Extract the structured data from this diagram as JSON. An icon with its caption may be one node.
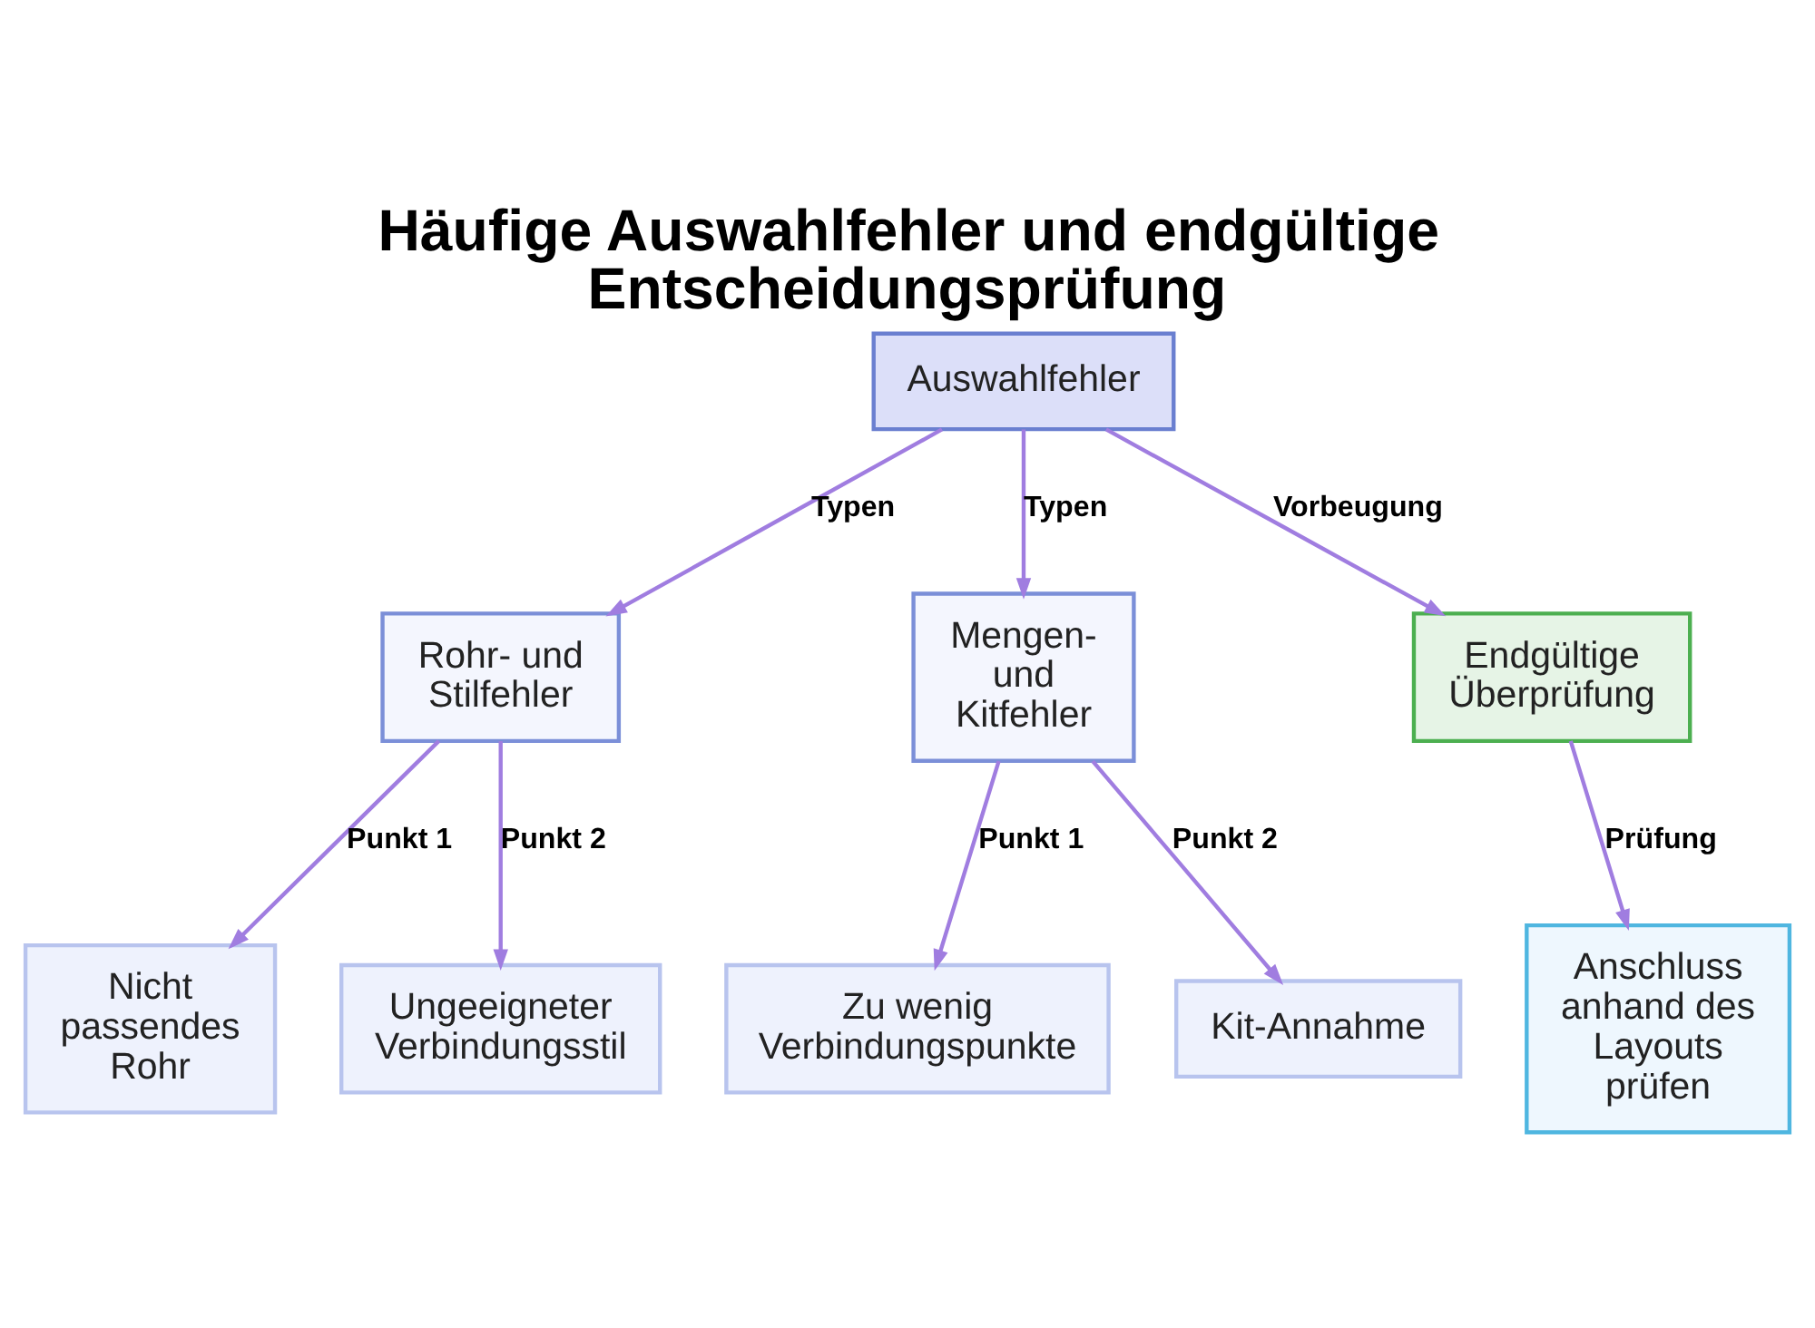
{
  "diagram": {
    "title": "Häufige Auswahlfehler und endgültige Entscheidungsprüfung",
    "nodes": [
      {
        "text": [
          "Auswahlfehler"
        ]
      },
      {
        "text": [
          "Rohr- und Stilfehler"
        ]
      },
      {
        "text": [
          "Mengen- und Kitfehler"
        ]
      },
      {
        "text": [
          "Endgültige Überprüfung"
        ]
      },
      {
        "text": [
          "Nicht passendes Rohr"
        ]
      },
      {
        "text": [
          "Ungeeigneter Verbindungsstil"
        ]
      },
      {
        "text": [
          "Zu wenig Verbindungspunkte"
        ]
      },
      {
        "text": [
          "Kit-Annahme"
        ]
      },
      {
        "text": [
          "Anschluss anhand des Layouts prüfen"
        ]
      }
    ],
    "edges": [
      {
        "from": 0,
        "to": 1,
        "arrow": "to",
        "label": "Typen"
      },
      {
        "from": 0,
        "to": 2,
        "arrow": "to",
        "label": "Typen"
      },
      {
        "from": 0,
        "to": 3,
        "arrow": "to",
        "label": "Vorbeugung"
      },
      {
        "from": 1,
        "to": 4,
        "arrow": "to",
        "label": "Punkt 1"
      },
      {
        "from": 1,
        "to": 5,
        "arrow": "to",
        "label": "Punkt 2"
      },
      {
        "from": 2,
        "to": 6,
        "arrow": "to",
        "label": "Punkt 1"
      },
      {
        "from": 2,
        "to": 7,
        "arrow": "to",
        "label": "Punkt 2"
      },
      {
        "from": 3,
        "to": 8,
        "arrow": "to",
        "label": "Prüfung"
      }
    ]
  }
}
